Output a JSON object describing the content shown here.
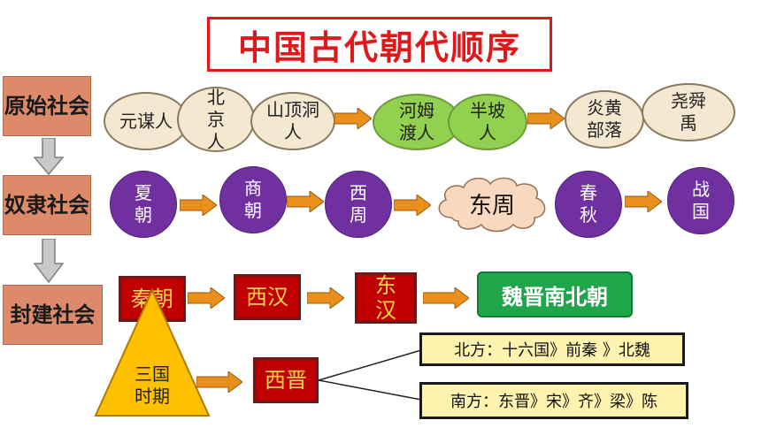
{
  "title": "中国古代朝代顺序",
  "eras": {
    "primitive": "原始社会",
    "slavery": "奴隶社会",
    "feudal": "封建社会"
  },
  "primitive_row": [
    {
      "label": "元谋人",
      "style": "tan"
    },
    {
      "label": "北京人",
      "style": "tan"
    },
    {
      "label": "山顶洞人",
      "style": "tan"
    },
    {
      "label": "河姆渡人",
      "style": "green"
    },
    {
      "label": "半坡人",
      "style": "green"
    },
    {
      "label": "炎黄部落",
      "style": "tan"
    },
    {
      "label": "尧舜禹",
      "style": "tan"
    }
  ],
  "slavery_row": [
    {
      "label": "夏朝"
    },
    {
      "label": "商朝"
    },
    {
      "label": "西周"
    },
    {
      "label": "东周"
    },
    {
      "label": "春秋"
    },
    {
      "label": "战国"
    }
  ],
  "feudal_row": {
    "qin": "秦朝",
    "western_han": "西汉",
    "eastern_han": "东汉",
    "wei_jin": "魏晋南北朝",
    "three_kingdoms": "三国时期",
    "western_jin": "西晋",
    "north": "北方：十六国》前秦 》北魏",
    "south": "南方：东晋》宋》齐》梁》陈"
  },
  "colors": {
    "title_red": "#e0171b",
    "era_fill": "#dc8a6a",
    "purple": "#7030a0",
    "arrow_orange": "#e88f1c",
    "dynasty_red": "#c00000",
    "gold": "#f6d64a",
    "triangle": "#ffc000",
    "info_fill": "#fff3b0"
  }
}
